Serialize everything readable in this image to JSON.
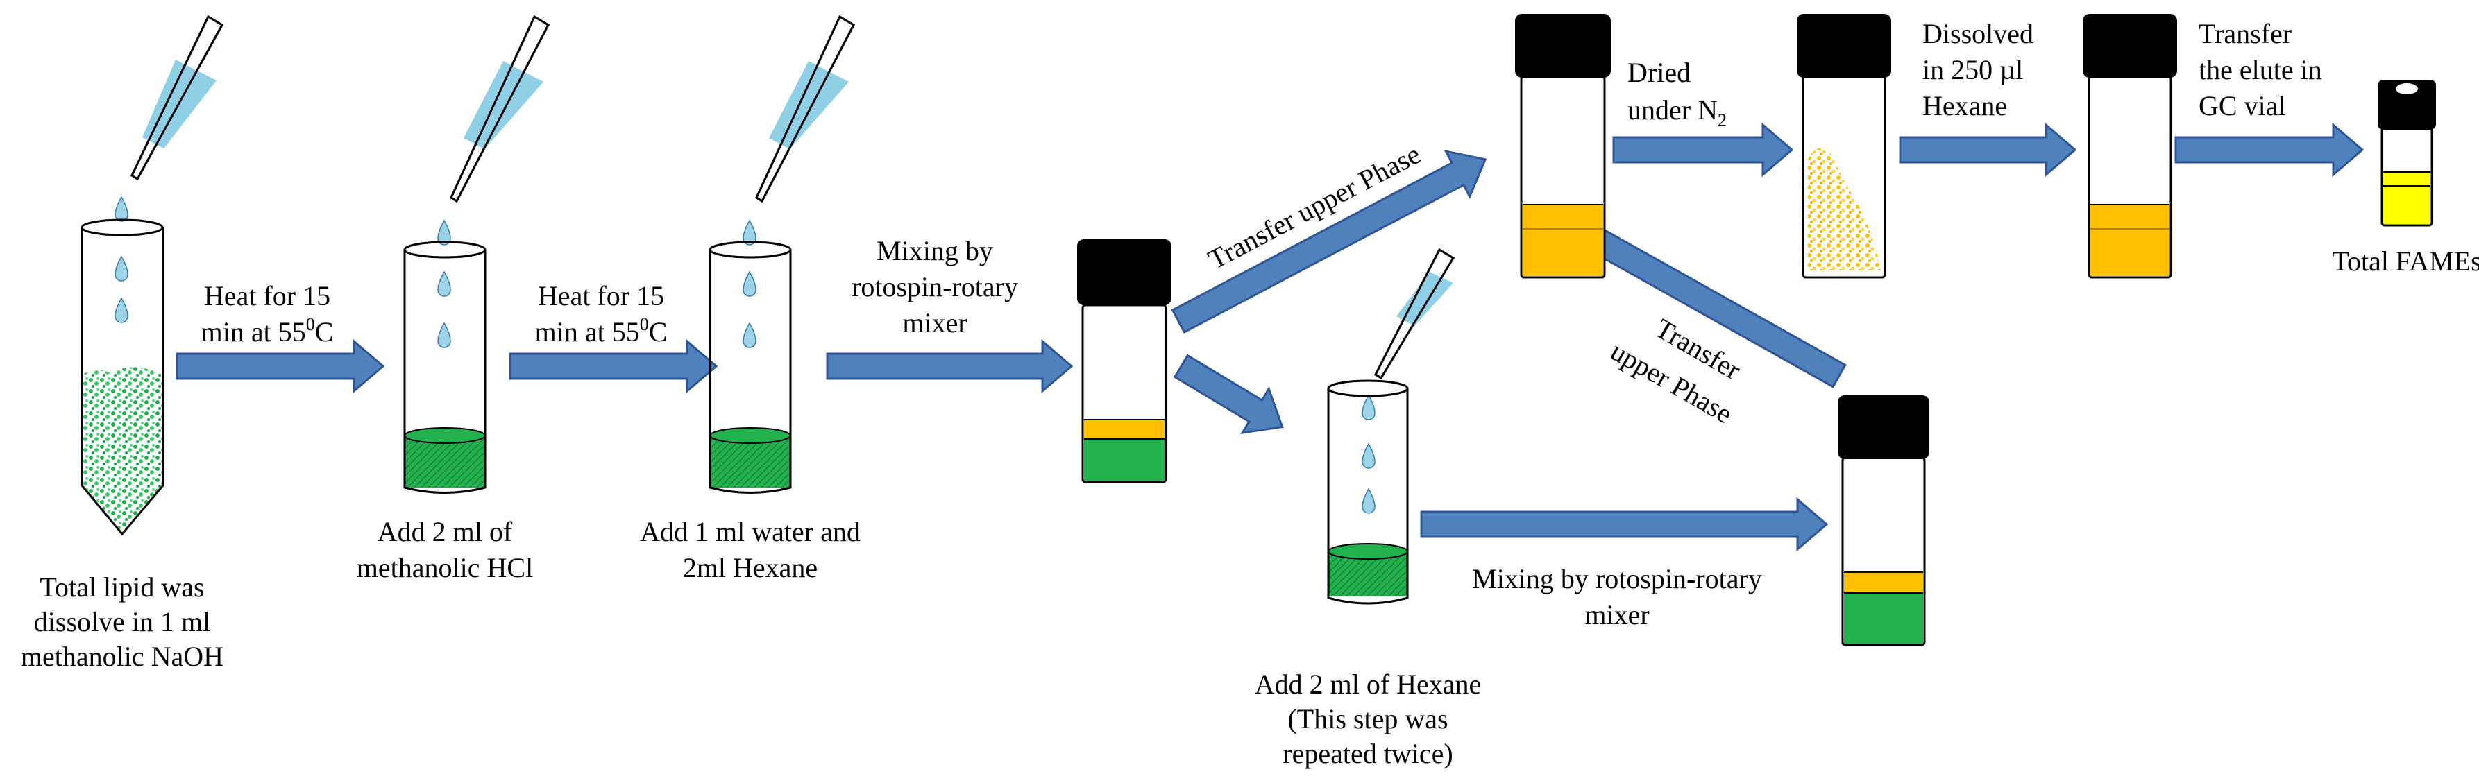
{
  "colors": {
    "arrow_fill": "#4f81bd",
    "arrow_stroke": "#2f5597",
    "green": "#22b14c",
    "yellow_orange": "#ffc000",
    "yellow": "#ffff00",
    "cap": "#000000",
    "water_drop": "#9dd3e8",
    "pipette_liquid": "#8fd0e6"
  },
  "steps": {
    "step1": {
      "label_lines": [
        "Total lipid was",
        "dissolve in 1 ml",
        "methanolic NaOH"
      ]
    },
    "step2": {
      "label_lines": [
        "Add 2 ml of",
        "methanolic HCl"
      ]
    },
    "step3": {
      "label_lines": [
        "Add 1 ml water and",
        "2ml Hexane"
      ]
    },
    "step5": {
      "label_lines": [
        "Add 2 ml of Hexane",
        "(This step  was",
        "repeated twice)"
      ]
    },
    "step10": {
      "label": "Total FAMEs"
    }
  },
  "arrows": {
    "a1": {
      "lines": [
        "Heat for 15",
        "min at 55"
      ],
      "superscript": "0",
      "unit": "C"
    },
    "a2": {
      "lines": [
        "Heat for 15",
        "min at 55"
      ],
      "superscript": "0",
      "unit": "C"
    },
    "a3": {
      "lines": [
        "Mixing by",
        "rotospin-rotary",
        "mixer"
      ]
    },
    "a4": {
      "label": "Transfer upper Phase"
    },
    "a5": {
      "lines": [
        "Mixing by rotospin-rotary",
        "mixer"
      ]
    },
    "a6": {
      "lines": [
        "Transfer",
        "upper Phase"
      ]
    },
    "a7": {
      "lines": [
        "Dried",
        "under  N"
      ],
      "subscript": "2"
    },
    "a8": {
      "lines": [
        "Dissolved",
        "in 250 µl",
        "Hexane"
      ]
    },
    "a9": {
      "lines": [
        "Transfer",
        "the elute  in",
        "GC  vial"
      ]
    }
  }
}
